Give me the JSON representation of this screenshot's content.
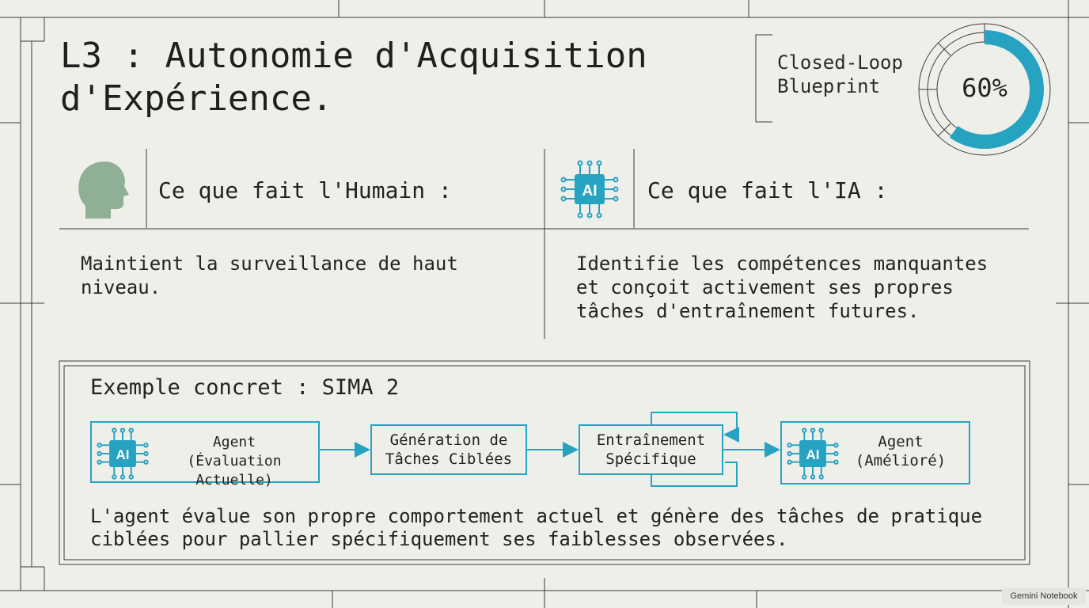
{
  "title": "L3 : Autonomie d'Acquisition\nd'Expérience.",
  "blueprint": {
    "label": "Closed-Loop\nBlueprint",
    "progress_percent": 60,
    "progress_text": "60%"
  },
  "columns": {
    "human": {
      "heading": "Ce que fait l'Humain :",
      "body": "Maintient la surveillance de haut niveau.",
      "icon": "human-head-icon"
    },
    "ai": {
      "heading": "Ce que fait l'IA :",
      "body": "Identifie les compétences manquantes et conçoit activement ses propres tâches d'entraînement futures.",
      "icon": "ai-chip-icon"
    }
  },
  "example": {
    "title": "Exemple concret : SIMA 2",
    "steps": [
      {
        "label": "Agent\n(Évaluation Actuelle)",
        "icon": "ai-chip-icon"
      },
      {
        "label": "Génération de\nTâches Ciblées"
      },
      {
        "label": "Entraînement\nSpécifique"
      },
      {
        "label": "Agent\n(Amélioré)",
        "icon": "ai-chip-icon"
      }
    ],
    "description": "L'agent évalue son propre comportement actuel et génère des tâches de pratique ciblées pour pallier spécifiquement ses faiblesses observées."
  },
  "badge": "Gemini Notebook",
  "colors": {
    "accent": "#27a3c2",
    "head": "#8fb095",
    "line": "#2a2a2a",
    "background": "#efefea"
  }
}
